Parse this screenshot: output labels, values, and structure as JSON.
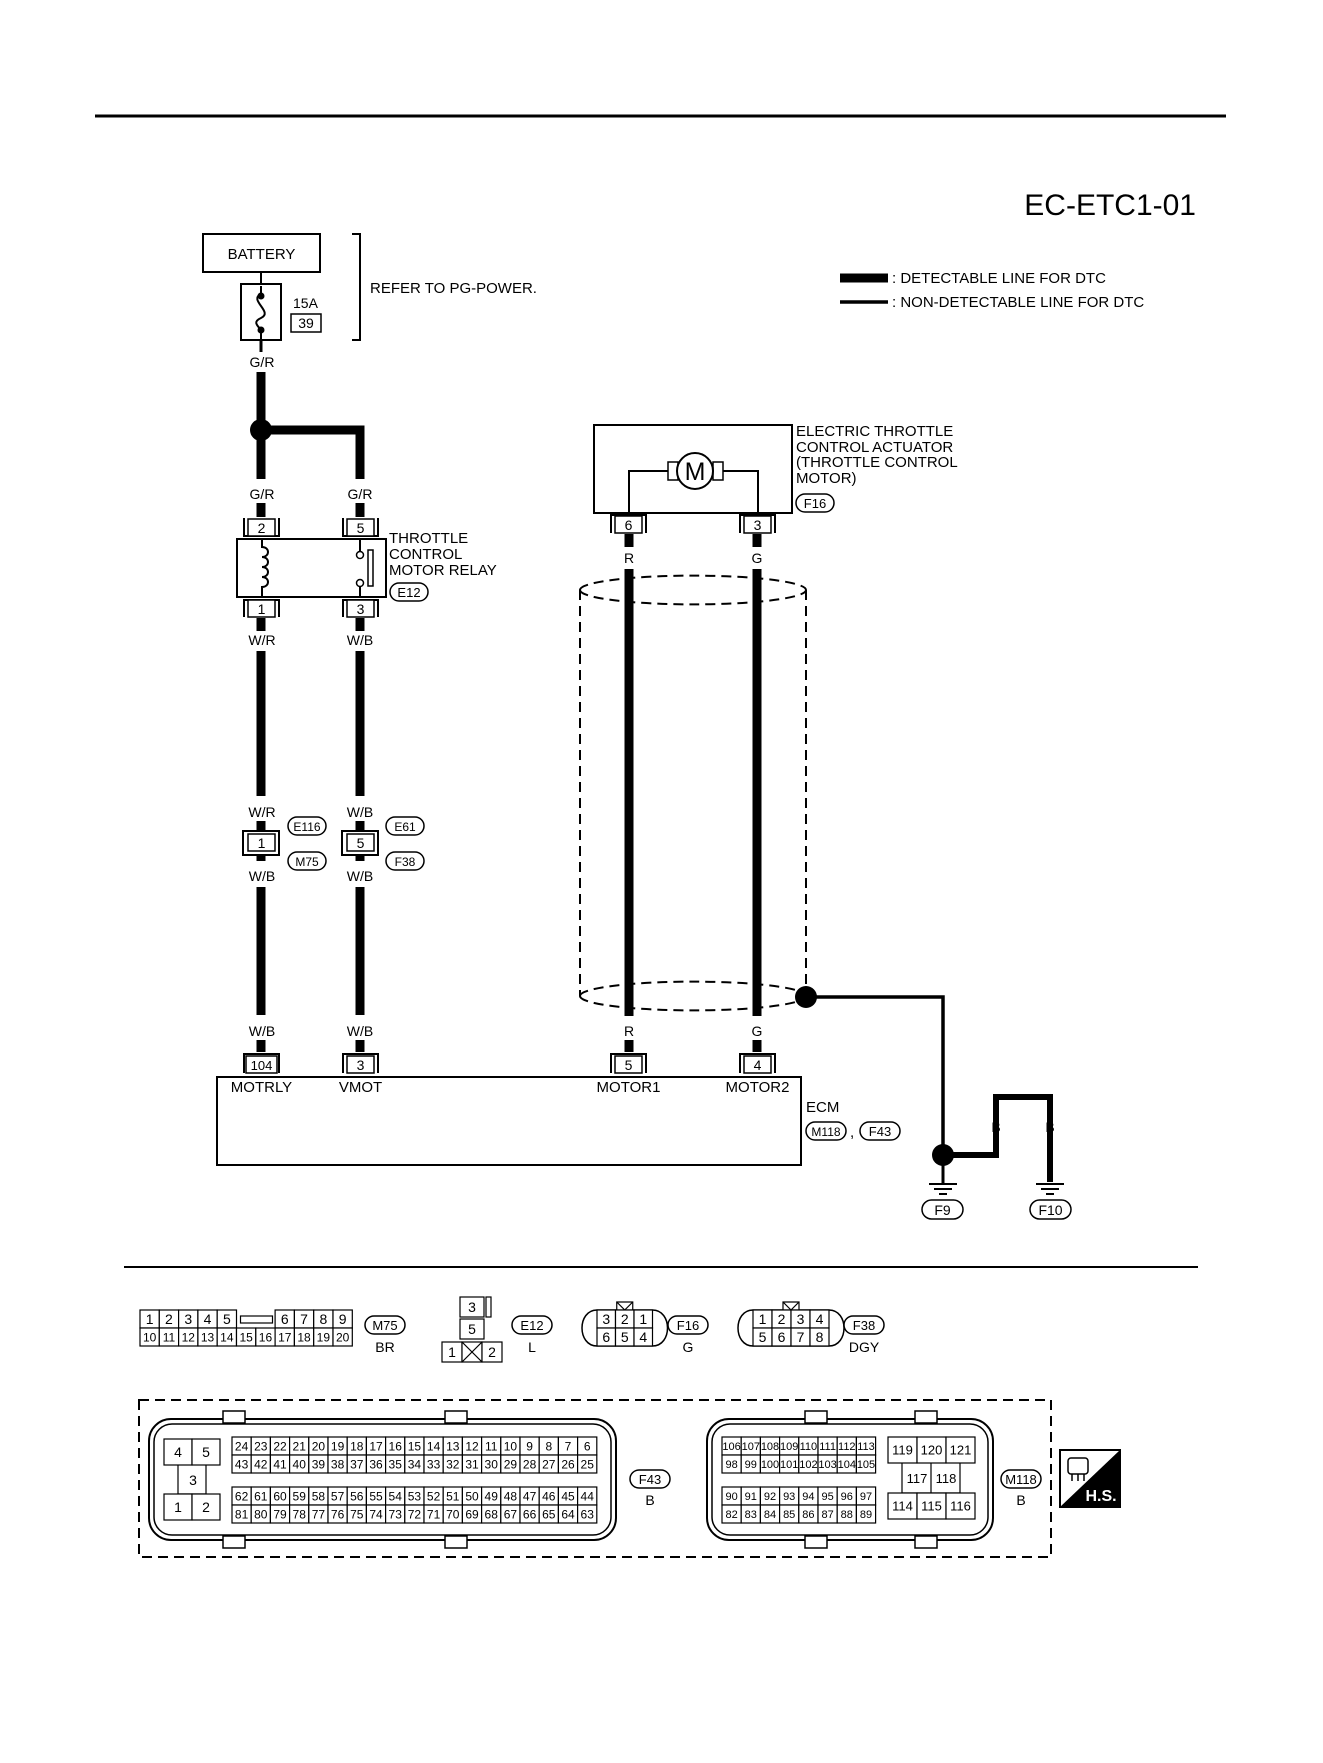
{
  "diagram_id": "EC-ETC1-01",
  "legend": {
    "detectable": ": DETECTABLE LINE FOR DTC",
    "non_detectable": ": NON-DETECTABLE LINE FOR DTC"
  },
  "battery": {
    "label": "BATTERY",
    "fuse_rating": "15A",
    "fuse_number": "39",
    "refer": "REFER TO PG-POWER."
  },
  "wire_colors": {
    "gr": "G/R",
    "wr": "W/R",
    "wb": "W/B",
    "r": "R",
    "g": "G",
    "b": "B"
  },
  "relay": {
    "name_line1": "THROTTLE",
    "name_line2": "CONTROL",
    "name_line3": "MOTOR RELAY",
    "connector": "E12",
    "pins": {
      "coil_in": "2",
      "switch_in": "5",
      "coil_out": "1",
      "switch_out": "3"
    }
  },
  "actuator": {
    "name_line1": "ELECTRIC THROTTLE",
    "name_line2": "CONTROL ACTUATOR",
    "name_line3": "(THROTTLE CONTROL",
    "name_line4": " MOTOR)",
    "connector": "F16",
    "motor_symbol": "M",
    "pins": {
      "left": "6",
      "right": "3"
    }
  },
  "joints": {
    "left_top": "E116",
    "left_bottom": "M75",
    "left_pin": "1",
    "right_top": "E61",
    "right_bottom": "F38",
    "right_pin": "5"
  },
  "ecm": {
    "label": "ECM",
    "connector_a": "M118",
    "separator": ",",
    "connector_b": "F43",
    "terminals": [
      {
        "pin": "104",
        "name": "MOTRLY"
      },
      {
        "pin": "3",
        "name": "VMOT"
      },
      {
        "pin": "5",
        "name": "MOTOR1"
      },
      {
        "pin": "4",
        "name": "MOTOR2"
      }
    ]
  },
  "grounds": {
    "g1": "F9",
    "g2": "F10"
  },
  "connector_views": {
    "m75": {
      "id": "M75",
      "color": "BR",
      "top_row_a": [
        "1",
        "2",
        "3",
        "4",
        "5"
      ],
      "top_row_b": [
        "6",
        "7",
        "8",
        "9"
      ],
      "bottom_row": [
        "10",
        "11",
        "12",
        "13",
        "14",
        "15",
        "16",
        "17",
        "18",
        "19",
        "20"
      ]
    },
    "e12": {
      "id": "E12",
      "color": "L",
      "pins": [
        "3",
        "5",
        "1",
        "2"
      ]
    },
    "f16": {
      "id": "F16",
      "color": "G",
      "top": [
        "3",
        "2",
        "1"
      ],
      "bottom": [
        "6",
        "5",
        "4"
      ]
    },
    "f38": {
      "id": "F38",
      "color": "DGY",
      "top": [
        "1",
        "2",
        "3",
        "4"
      ],
      "bottom": [
        "5",
        "6",
        "7",
        "8"
      ]
    },
    "f43": {
      "id": "F43",
      "color": "B",
      "block_top": [
        "4",
        "5"
      ],
      "block_mid": "3",
      "block_bottom": [
        "1",
        "2"
      ],
      "rows": [
        [
          "24",
          "23",
          "22",
          "21",
          "20",
          "19",
          "18",
          "17",
          "16",
          "15",
          "14",
          "13",
          "12",
          "11",
          "10",
          "9",
          "8",
          "7",
          "6"
        ],
        [
          "43",
          "42",
          "41",
          "40",
          "39",
          "38",
          "37",
          "36",
          "35",
          "34",
          "33",
          "32",
          "31",
          "30",
          "29",
          "28",
          "27",
          "26",
          "25"
        ],
        [
          "62",
          "61",
          "60",
          "59",
          "58",
          "57",
          "56",
          "55",
          "54",
          "53",
          "52",
          "51",
          "50",
          "49",
          "48",
          "47",
          "46",
          "45",
          "44"
        ],
        [
          "81",
          "80",
          "79",
          "78",
          "77",
          "76",
          "75",
          "74",
          "73",
          "72",
          "71",
          "70",
          "69",
          "68",
          "67",
          "66",
          "65",
          "64",
          "63"
        ]
      ]
    },
    "m118": {
      "id": "M118",
      "color": "B",
      "rows": [
        [
          "106",
          "107",
          "108",
          "109",
          "110",
          "111",
          "112",
          "113"
        ],
        [
          "98",
          "99",
          "100",
          "101",
          "102",
          "103",
          "104",
          "105"
        ],
        [
          "90",
          "91",
          "92",
          "93",
          "94",
          "95",
          "96",
          "97"
        ],
        [
          "82",
          "83",
          "84",
          "85",
          "86",
          "87",
          "88",
          "89"
        ]
      ],
      "block_top": [
        "119",
        "120",
        "121"
      ],
      "block_mid": [
        "117",
        "118"
      ],
      "block_bottom": [
        "114",
        "115",
        "116"
      ]
    }
  },
  "hs_badge": "H.S."
}
